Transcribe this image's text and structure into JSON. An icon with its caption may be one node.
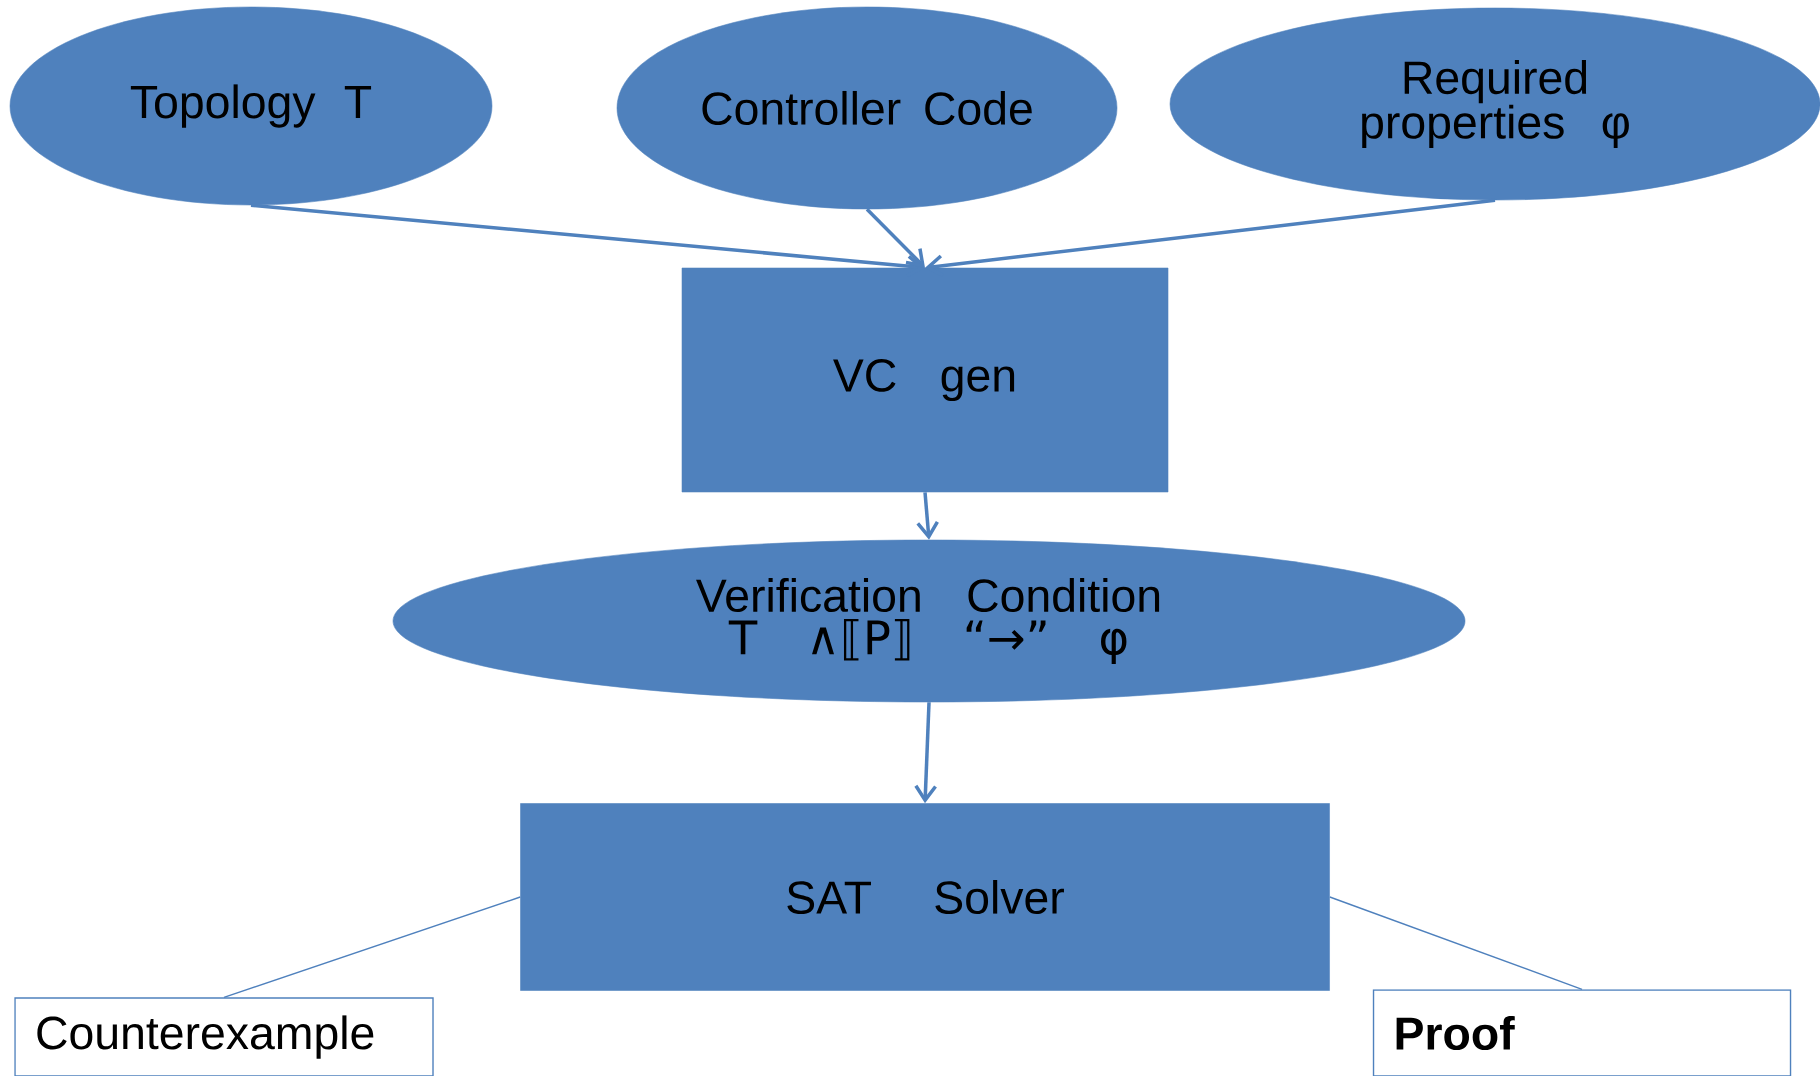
{
  "diagram": {
    "nodes": [
      {
        "text": [
          "Topology  T"
        ]
      },
      {
        "text": [
          "Controller Code"
        ]
      },
      {
        "text": [
          "Required properties φ"
        ]
      },
      {
        "text": [
          "VC gen"
        ]
      },
      {
        "text": [
          "Verification Condition",
          "T ∧⟦P⟧ “→” φ"
        ]
      },
      {
        "text": [
          "SAT Solver"
        ]
      },
      {
        "text": [
          "Counterexample"
        ]
      },
      {
        "text": [
          "Proof"
        ]
      }
    ],
    "edges": [
      {
        "from": 0,
        "to": 3,
        "arrow": "to"
      },
      {
        "from": 1,
        "to": 3,
        "arrow": "to"
      },
      {
        "from": 2,
        "to": 3,
        "arrow": "to"
      },
      {
        "from": 3,
        "to": 4,
        "arrow": "to"
      },
      {
        "from": 4,
        "to": 5,
        "arrow": "to"
      },
      {
        "from": 5,
        "to": 6,
        "arrow": "none"
      },
      {
        "from": 5,
        "to": 7,
        "arrow": "none"
      }
    ]
  }
}
